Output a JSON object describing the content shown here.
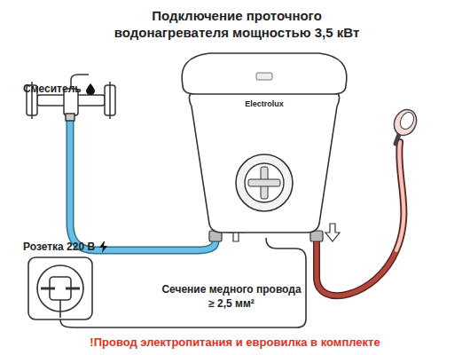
{
  "diagram": {
    "title": "Подключение проточного водонагревателя мощностью 3,5 кВт",
    "nodes": [
      {
        "text": [
          "Electrolux"
        ]
      }
    ],
    "edges": [],
    "labels": [
      "Смеситель",
      "Розетка 220 В",
      "Сечение медного провода ≥ 2,5 мм²",
      "!Провод электропитания и евровилка в комплекте"
    ]
  }
}
